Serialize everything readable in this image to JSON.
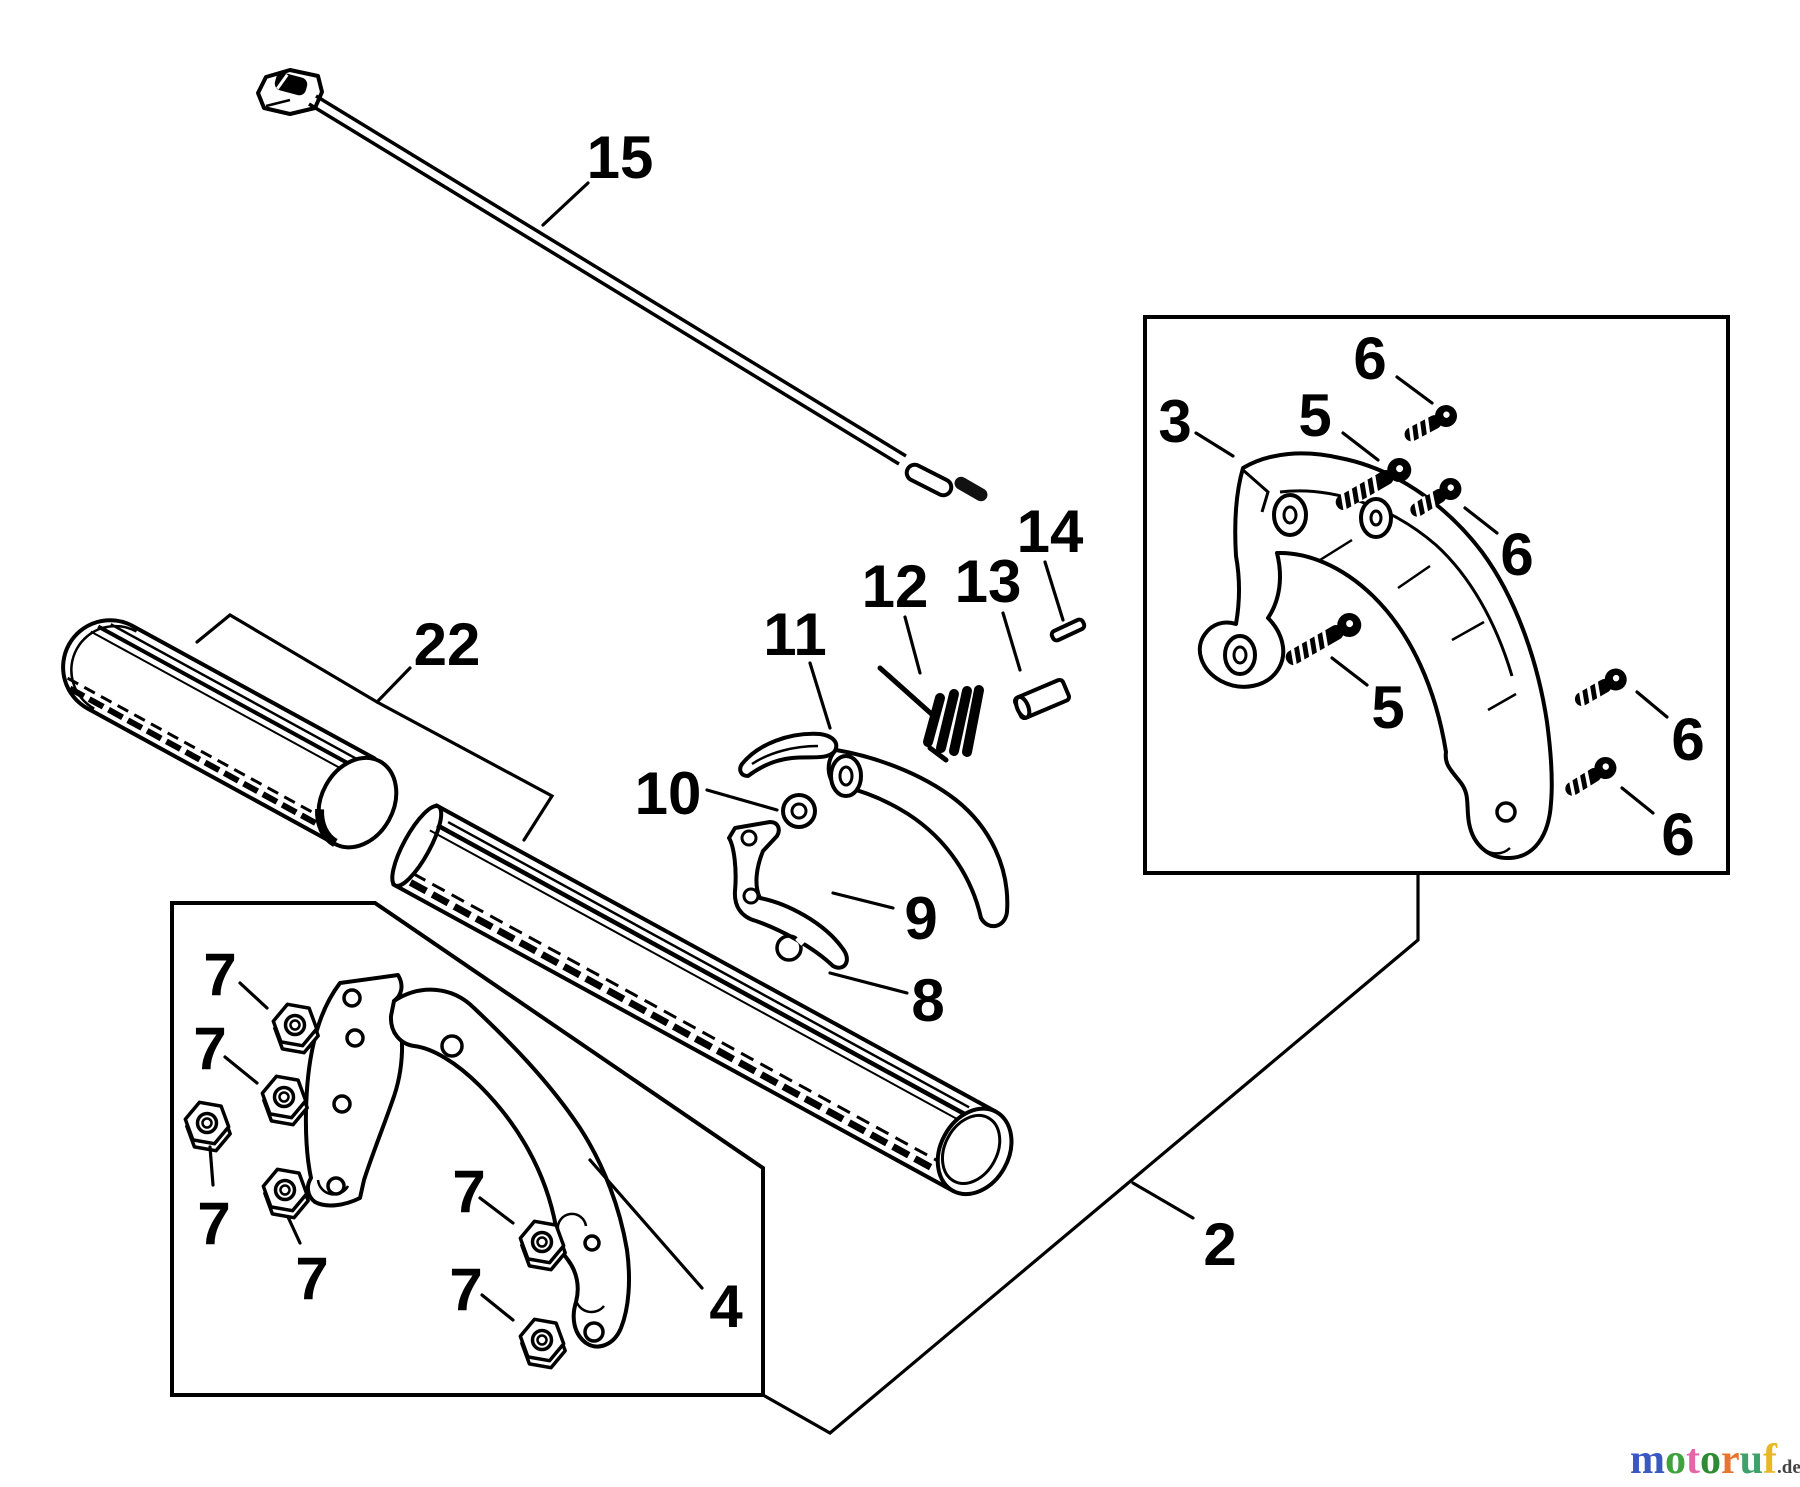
{
  "page": {
    "type": "exploded-parts-diagram",
    "subject": "Trimmer drive shaft, handle and throttle assembly",
    "background": "#ffffff",
    "line_color": "#000000"
  },
  "labels": {
    "part2": "2",
    "part3": "3",
    "part4": "4",
    "part5_a": "5",
    "part5_b": "5",
    "part6_a": "6",
    "part6_b": "6",
    "part6_c": "6",
    "part6_d": "6",
    "part7_a": "7",
    "part7_b": "7",
    "part7_c": "7",
    "part7_d": "7",
    "part7_e": "7",
    "part7_f": "7",
    "part8": "8",
    "part9": "9",
    "part10": "10",
    "part11": "11",
    "part12": "12",
    "part13": "13",
    "part14": "14",
    "part15": "15",
    "part22": "22"
  },
  "logo": {
    "letters": [
      {
        "char": "m",
        "color": "#3A57C4"
      },
      {
        "char": "o",
        "color": "#3FA23F"
      },
      {
        "char": "t",
        "color": "#E567A8"
      },
      {
        "char": "o",
        "color": "#2E8B33"
      },
      {
        "char": "r",
        "color": "#E8742E"
      },
      {
        "char": "u",
        "color": "#3FA06A"
      },
      {
        "char": "f",
        "color": "#E8B824"
      }
    ],
    "suffix": ".de",
    "suffix_color": "#444444"
  }
}
